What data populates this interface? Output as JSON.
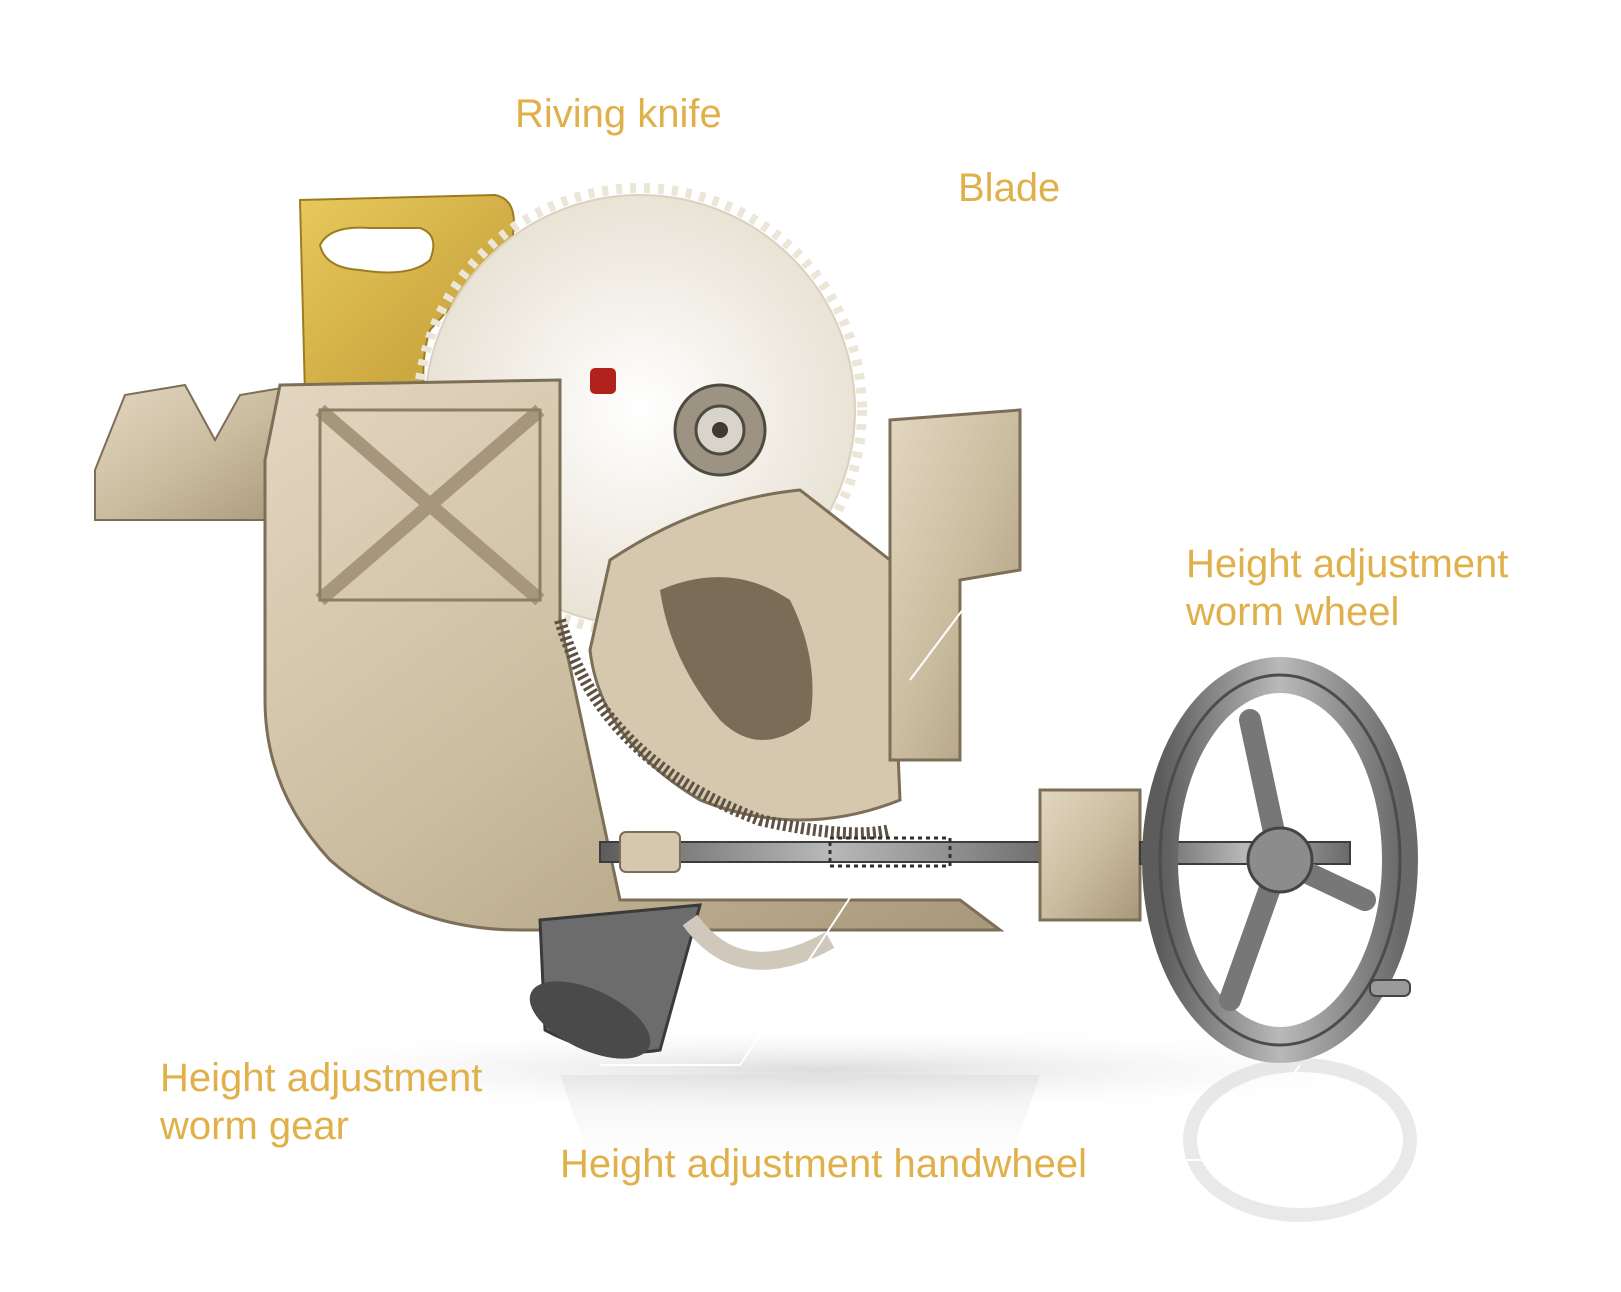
{
  "colors": {
    "label": "#E0B04A",
    "leader": "#ffffff",
    "cast_body": "#CDBFA6",
    "cast_shadow": "#8E7F66",
    "riving_knife": "#D8B54A",
    "blade": "#F4F0E8",
    "steel": "#8A8A8A"
  },
  "labels": {
    "riving_knife": "Riving knife",
    "blade": "Blade",
    "worm_wheel": [
      "Height adjustment",
      "worm wheel"
    ],
    "worm_gear": [
      "Height adjustment",
      "worm gear"
    ],
    "handwheel": "Height adjustment handwheel"
  }
}
